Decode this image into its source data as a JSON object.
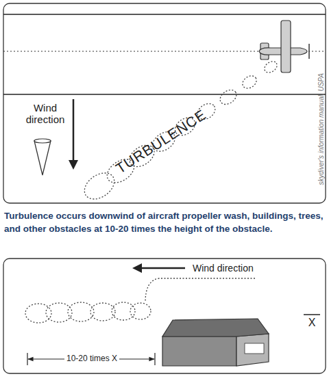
{
  "diagram": {
    "caption": "Turbulence occurs downwind of aircraft propeller wash, buildings, trees, and other obstacles at 10-20 times the height of the obstacle.",
    "labels": [
      "Wind direction",
      "TURBULENCE",
      "skydiver's information manual, USPA",
      "Wind direction",
      "10-20 times X",
      "X"
    ]
  }
}
